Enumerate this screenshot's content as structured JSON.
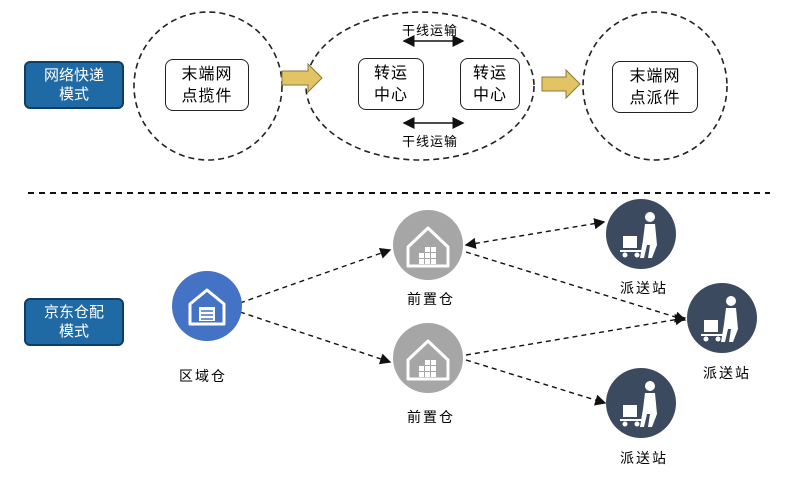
{
  "network_mode": {
    "label_line1": "网络快递",
    "label_line2": "模式",
    "pickup_line1": "末端网",
    "pickup_line2": "点揽件",
    "hub_a_line1": "转运",
    "hub_a_line2": "中心",
    "hub_b_line1": "转运",
    "hub_b_line2": "中心",
    "trunk_top": "干线运输",
    "trunk_bottom": "干线运输",
    "delivery_line1": "末端网",
    "delivery_line2": "点派件"
  },
  "jd_mode": {
    "label_line1": "京东仓配",
    "label_line2": "模式",
    "regional_warehouse": "区域仓",
    "front_warehouse_top": "前置仓",
    "front_warehouse_bottom": "前置仓",
    "station_top": "派送站",
    "station_middle": "派送站",
    "station_bottom": "派送站"
  },
  "colors": {
    "label_bg": "#1f6aa5",
    "regional_icon": "#4472c4",
    "front_icon": "#a6a6a6",
    "station_icon": "#3b4a5e",
    "arrow_fill": "#e3c465"
  }
}
